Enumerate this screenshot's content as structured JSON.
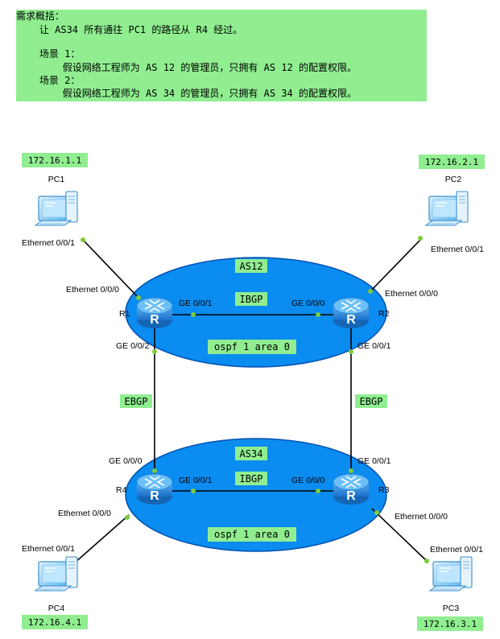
{
  "requirements": {
    "title": "需求概括：",
    "line1": "    让 AS34 所有通往 PC1 的路径从 R4 经过。",
    "scene1_title": "    场景 1：",
    "scene1_text": "        假设网络工程师为 AS 12 的管理员，只拥有 AS 12 的配置权限。",
    "scene2_title": "    场景 2：",
    "scene2_text": "        假设网络工程师为 AS 34 的管理员，只拥有 AS 34 的配置权限。"
  },
  "areas": {
    "as12": {
      "name": "AS12",
      "ospf": "ospf 1 area 0",
      "ibgp": "IBGP"
    },
    "as34": {
      "name": "AS34",
      "ospf": "ospf 1 area 0",
      "ibgp": "IBGP"
    }
  },
  "ebgp": {
    "left": "EBGP",
    "right": "EBGP"
  },
  "routers": {
    "r1": {
      "name": "R1",
      "glyph": "R"
    },
    "r2": {
      "name": "R2",
      "glyph": "R"
    },
    "r3": {
      "name": "R3",
      "glyph": "R"
    },
    "r4": {
      "name": "R4",
      "glyph": "R"
    }
  },
  "pcs": {
    "pc1": {
      "name": "PC1",
      "ip": "172.16.1.1"
    },
    "pc2": {
      "name": "PC2",
      "ip": "172.16.2.1"
    },
    "pc3": {
      "name": "PC3",
      "ip": "172.16.3.1"
    },
    "pc4": {
      "name": "PC4",
      "ip": "172.16.4.1"
    }
  },
  "interfaces": {
    "pc1_eth": "Ethernet 0/0/1",
    "r1_eth": "Ethernet 0/0/0",
    "r1_ge001": "GE 0/0/1",
    "r1_ge002": "GE 0/0/2",
    "pc2_eth": "Ethernet 0/0/1",
    "r2_eth": "Ethernet 0/0/0",
    "r2_ge000": "GE 0/0/0",
    "r2_ge001": "GE 0/0/1",
    "r4_ge000": "GE 0/0/0",
    "r4_ge001": "GE 0/0/1",
    "r4_eth": "Ethernet 0/0/0",
    "pc4_eth": "Ethernet 0/0/1",
    "r3_ge001": "GE 0/0/1",
    "r3_ge000": "GE 0/0/0",
    "r3_eth": "Ethernet 0/0/0",
    "pc3_eth": "Ethernet 0/0/1"
  },
  "colors": {
    "label_bg": "#90ee90",
    "as_cloud": "#0a8cf0",
    "as_cloud_edge": "#0050b0",
    "router_body": "#2c8de6",
    "port_dot": "#7ccc3c",
    "link": "#000000"
  }
}
